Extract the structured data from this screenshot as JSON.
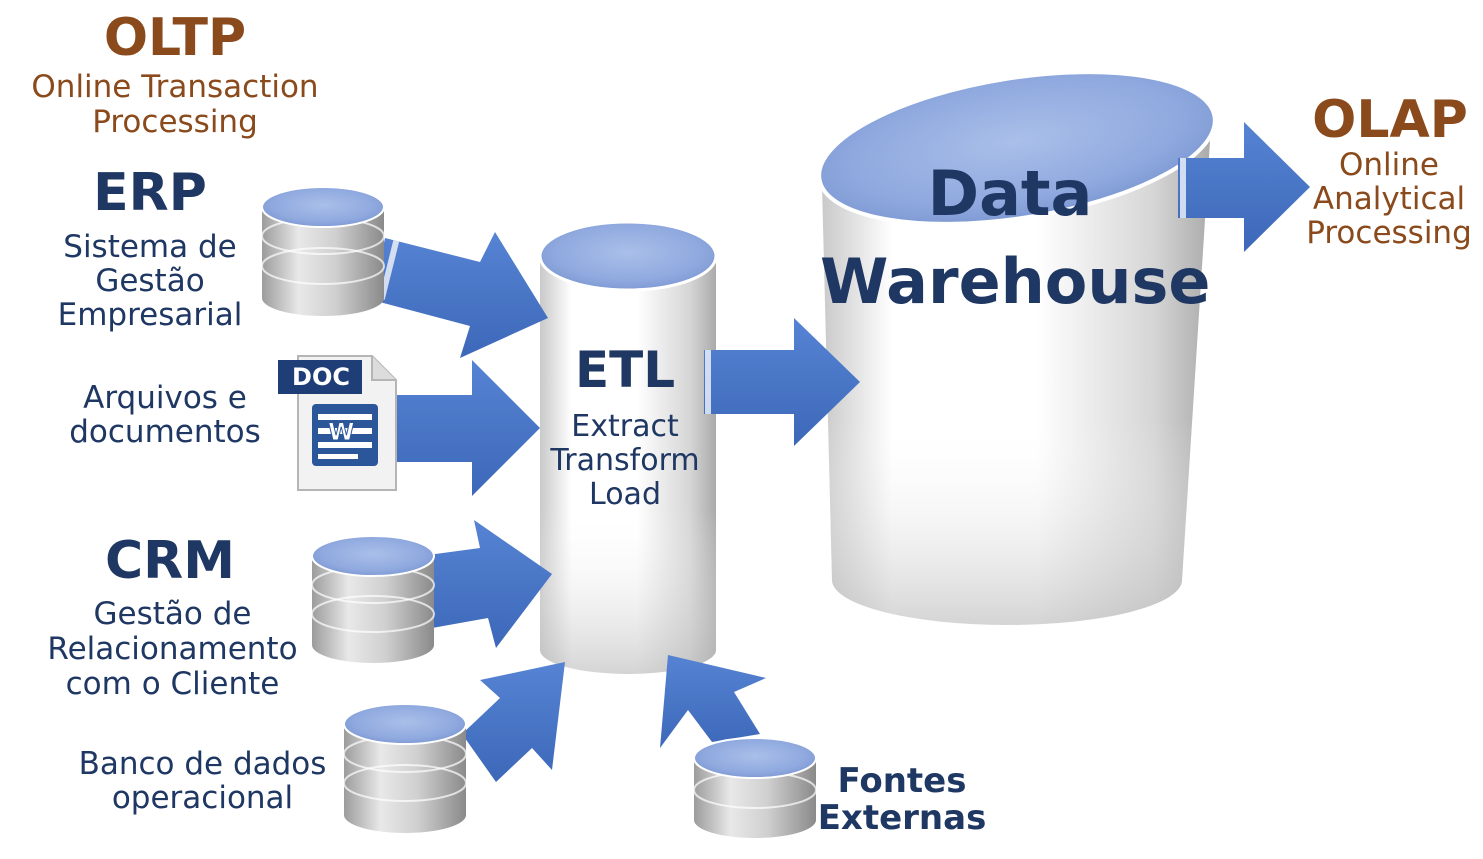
{
  "oltp": {
    "title": "OLTP",
    "subtitle": "Online Transaction\nProcessing"
  },
  "olap": {
    "title": "OLAP",
    "subtitle": "Online\nAnalytical\nProcessing"
  },
  "erp": {
    "title": "ERP",
    "subtitle": "Sistema de\nGestão\nEmpresarial"
  },
  "arquivos": {
    "subtitle": "Arquivos e\ndocumentos",
    "doc_icon_label": "DOC"
  },
  "crm": {
    "title": "CRM",
    "subtitle": "Gestão de\nRelacionamento\ncom o Cliente"
  },
  "banco": {
    "subtitle": "Banco de dados\noperacional"
  },
  "fontes": {
    "label": "Fontes\nExternas"
  },
  "etl": {
    "title": "ETL",
    "subtitle": "Extract\nTransform\nLoad"
  },
  "warehouse": {
    "title": "Data\nWarehouse"
  },
  "colors": {
    "oltp_olap_text": "#8a4a1c",
    "source_text": "#1f3763",
    "arrow": "#4472c4",
    "cylinder_top": "#8fa9df"
  },
  "icons": {
    "erp": "database-icon",
    "arquivos": "word-document-icon",
    "crm": "database-icon",
    "banco": "database-icon",
    "fontes": "database-icon"
  }
}
